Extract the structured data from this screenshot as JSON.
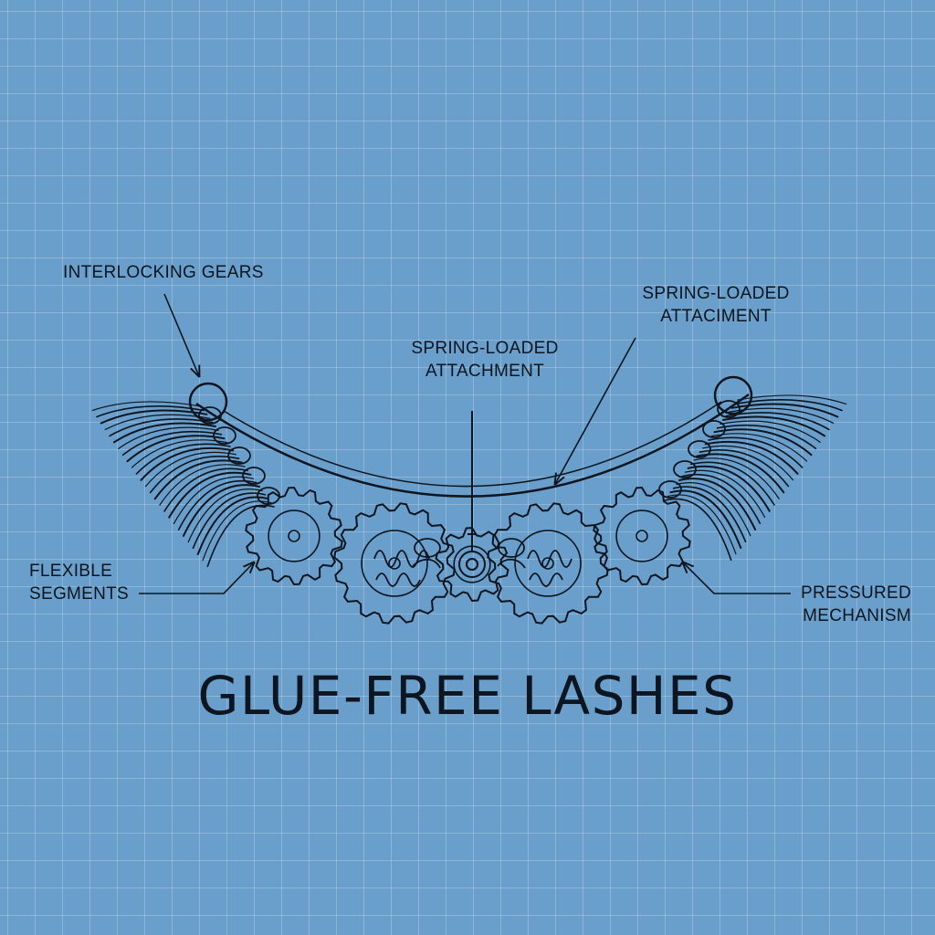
{
  "title": "GLUE-FREE LASHES",
  "labels": {
    "interlocking_gears": "INTERLOCKING GEARS",
    "spring_center": [
      "SPRING-LOADED",
      "ATTACHMENT"
    ],
    "spring_right": [
      "SPRING-LOADED",
      "ATTACIMENT"
    ],
    "flexible_segments": [
      "FLEXIBLE",
      "SEGMENTS"
    ],
    "pressured_mechanism": [
      "PRESSURED",
      "MECHANISM"
    ]
  },
  "colors": {
    "background": "#6a9fcb",
    "ink": "#0d1620",
    "grid": "#a9c7e2"
  }
}
